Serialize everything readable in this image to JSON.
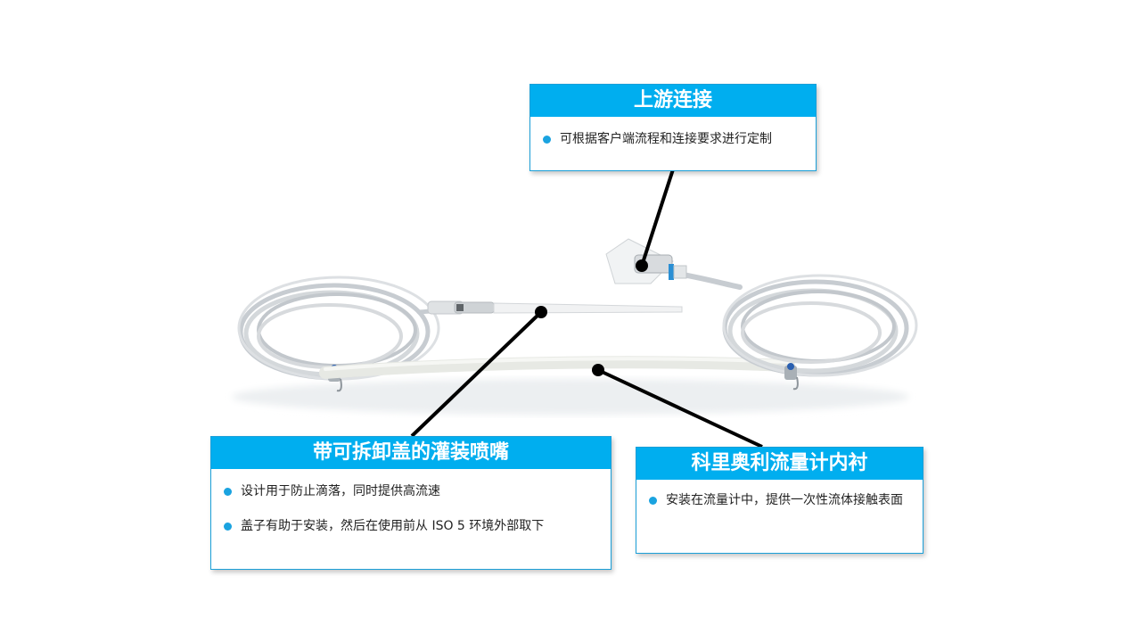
{
  "callouts": {
    "upstream": {
      "title": "上游连接",
      "bullets": [
        "可根据客户端流程和连接要求进行定制"
      ]
    },
    "spout": {
      "title": "带可拆卸盖的灌装喷嘴",
      "bullets": [
        "设计用于防止滴落，同时提供高流速",
        "盖子有助于安装，然后在使用前从 ISO 5 环境外部取下"
      ]
    },
    "liner": {
      "title": "科里奥利流量计内衬",
      "bullets": [
        "安装在流量计中，提供一次性流体接触表面"
      ]
    }
  },
  "colors": {
    "header": "#00aeef",
    "border": "#1a9fd8",
    "bullet": "#1aa3e0",
    "pointer": "#000000",
    "tube": "#c9ced2",
    "accent_band": "#2a8fd4"
  },
  "icons": [
    "bullet-dot-icon"
  ]
}
